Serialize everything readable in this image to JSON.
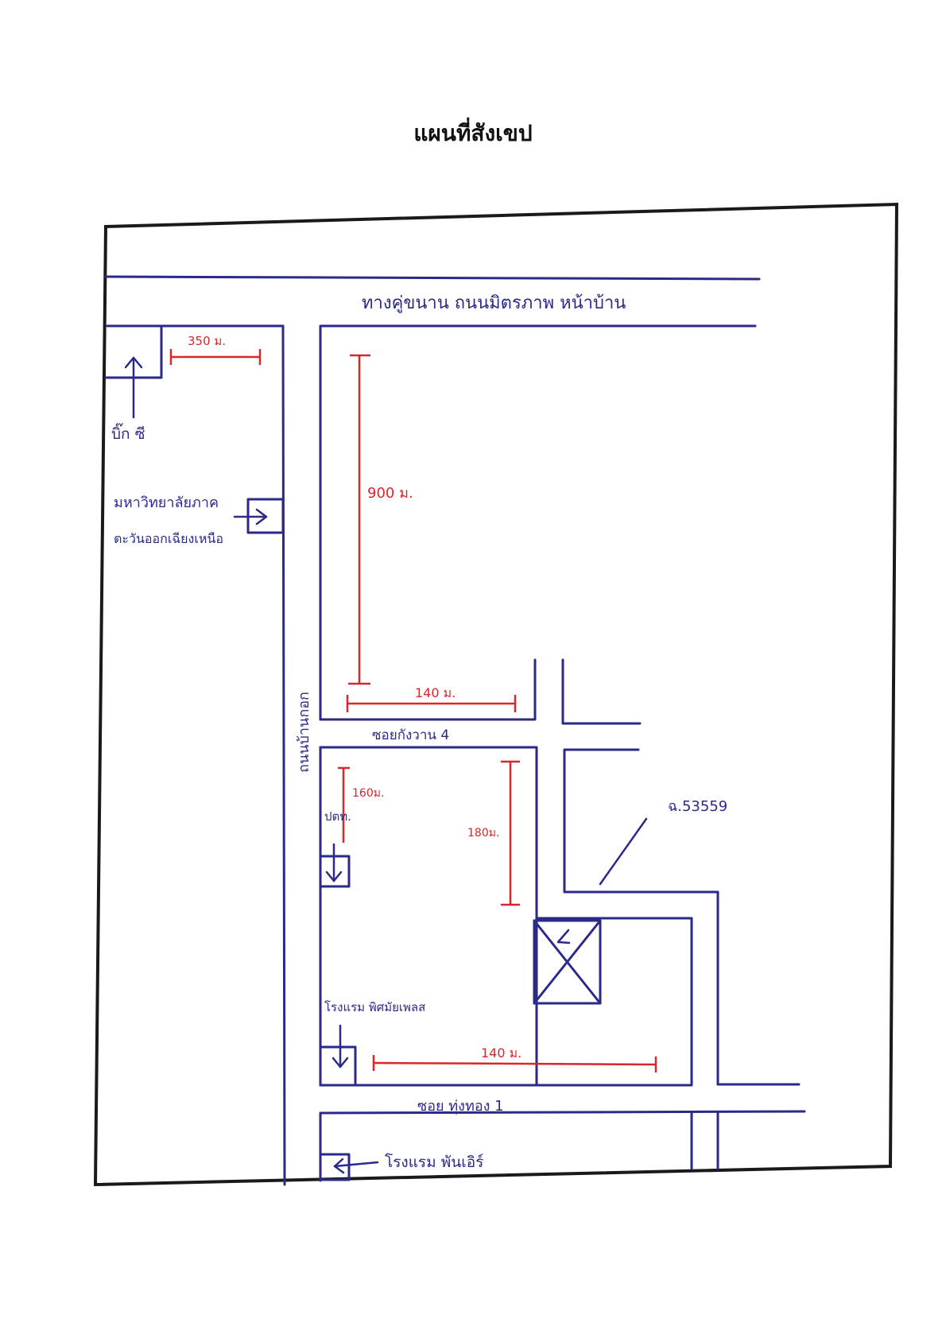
{
  "title": "แผนที่สังเขป",
  "labels": {
    "main_road": "ทางคู่ขนาน ถนนมิตรภาพ หน้าบ้าน",
    "side_road": "ถนนบ้านกอก",
    "soi_top": "ซอยกังวาน 4",
    "soi_bottom": "ซอย ทุ่งทอง 1",
    "landmark_big_c": "บิ๊ก ซี",
    "landmark_university_1": "มหาวิทยาลัยภาค",
    "landmark_university_2": "ตะวันออกเฉียงเหนือ",
    "landmark_post": "ปตท.",
    "landmark_hotel_1": "โรงแรม พิศมัยเพลส",
    "landmark_hotel_2": "โรงแรม พันเอิร์",
    "parcel_number": "ฉ.53559"
  },
  "distances": {
    "d_350": "350 ม.",
    "d_900": "900 ม.",
    "d_140": "140 ม.",
    "d_160": "160ม.",
    "d_180": "180ม.",
    "d_140_bottom": "140 ม."
  },
  "colors": {
    "road_ink": "#2a2a8a",
    "distance_ink": "#d8262a",
    "frame": "#1a1a1a"
  }
}
